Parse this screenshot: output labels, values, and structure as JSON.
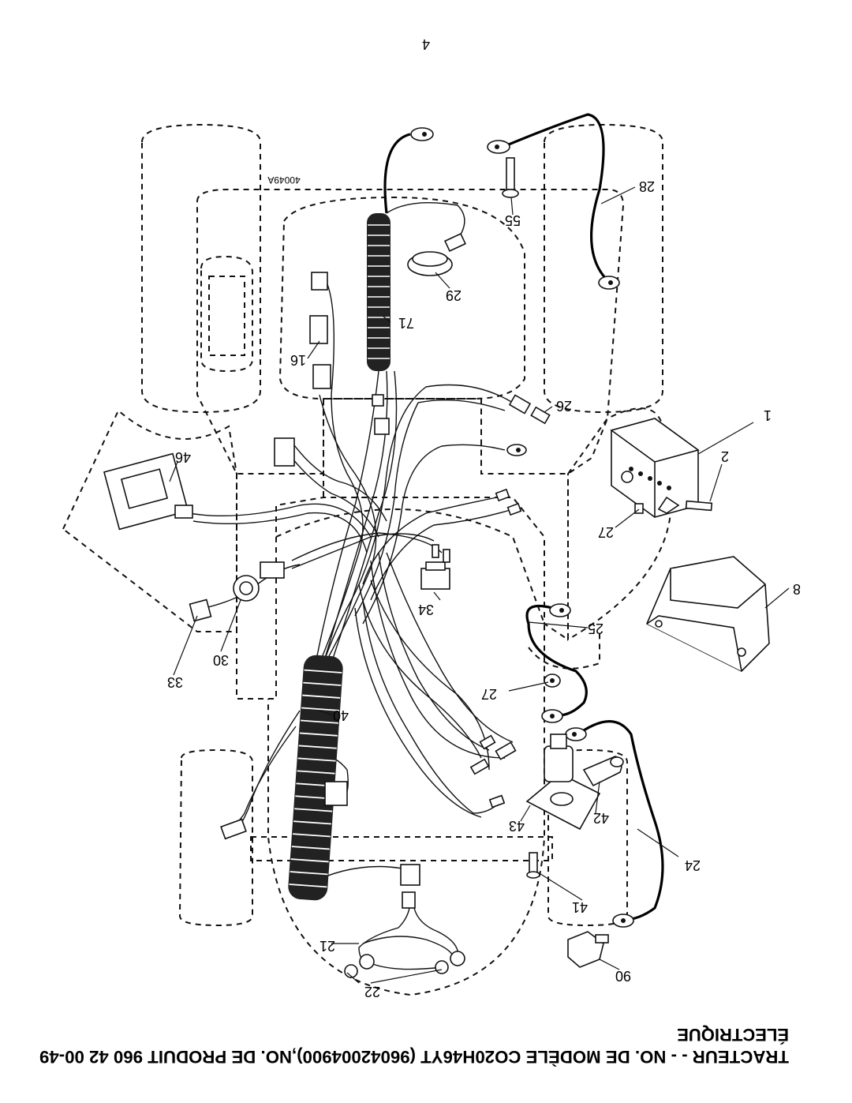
{
  "page_number": "4",
  "figure_code": "40049A",
  "title_line1": "TRACTEUR - - NO. DE MODÈLE CO20H46YT (96042004900),NO. DE PRODUIT 960 42 00-49",
  "title_line2": "ÉLECTRIQUE",
  "callouts": [
    "1",
    "2",
    "8",
    "16",
    "21",
    "22",
    "24",
    "25",
    "26",
    "27",
    "27",
    "28",
    "29",
    "30",
    "33",
    "34",
    "40",
    "41",
    "42",
    "43",
    "46",
    "55",
    "71",
    "90"
  ]
}
